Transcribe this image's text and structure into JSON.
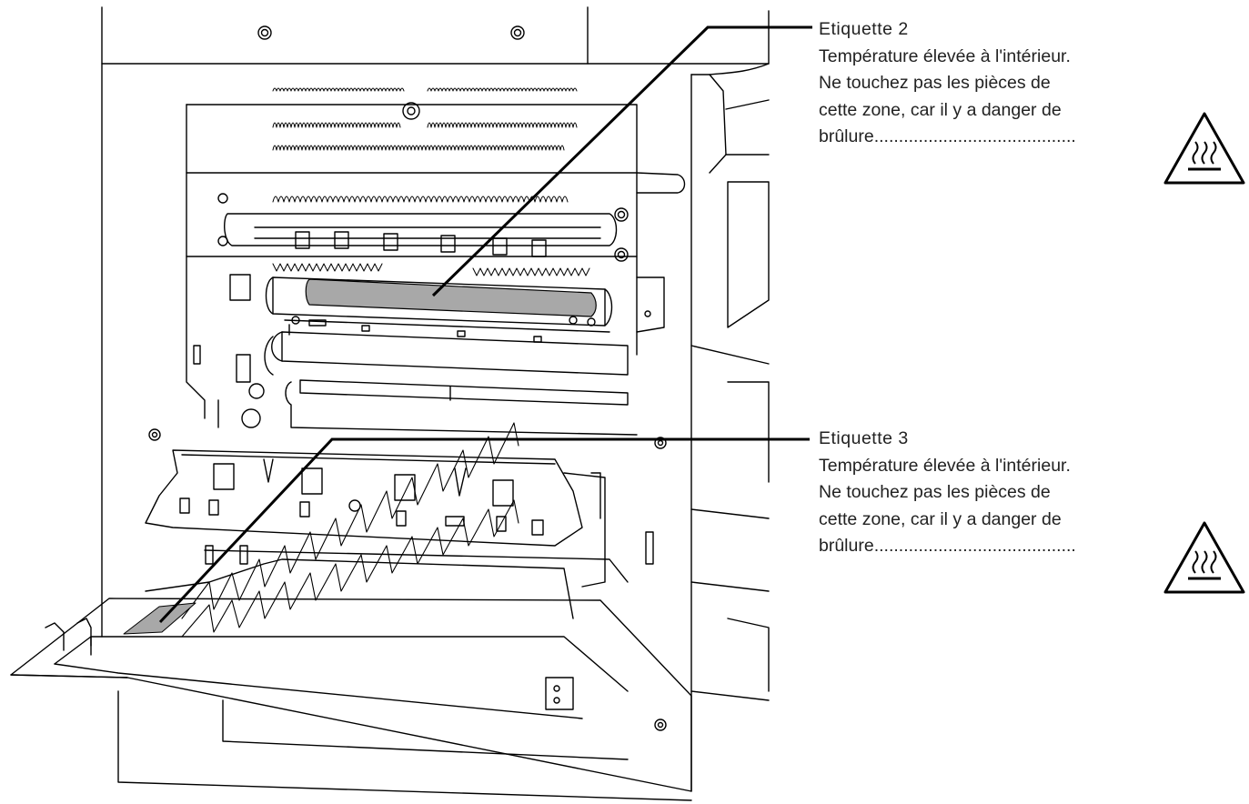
{
  "labels": [
    {
      "title": "Etiquette 2",
      "lines": [
        "Température élevée à l'intérieur.",
        "Ne touchez pas les pièces de",
        "cette zone, car il y a danger de"
      ],
      "last_line": "brûlure.........................................",
      "icon": "hot-surface-warning-icon"
    },
    {
      "title": "Etiquette 3",
      "lines": [
        "Température élevée à l'intérieur.",
        "Ne touchez pas les pièces de",
        "cette zone, car il y a danger de"
      ],
      "last_line": "brûlure.........................................",
      "icon": "hot-surface-warning-icon"
    }
  ],
  "colors": {
    "line": "#000000",
    "shaded_area": "#a8a8a8",
    "text": "#222222"
  }
}
